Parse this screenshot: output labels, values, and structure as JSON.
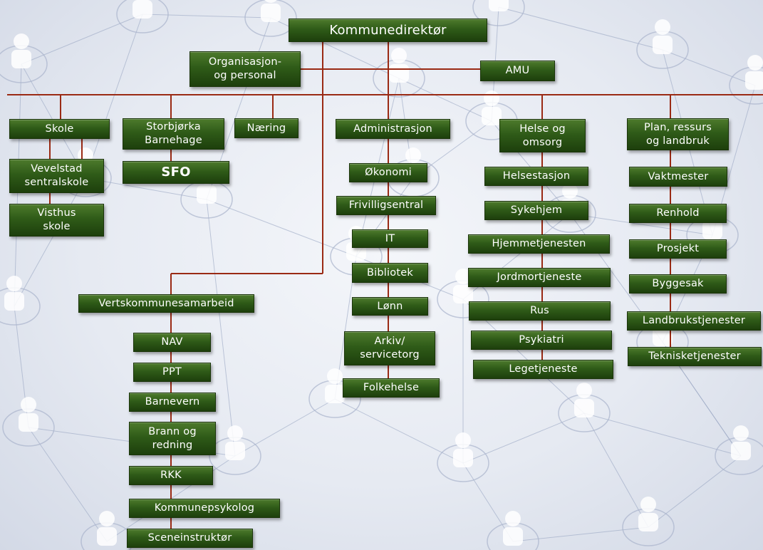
{
  "chart": {
    "top": "Kommunedirektør",
    "staff_left": "Organisasjon-\nog  personal",
    "staff_right": "AMU",
    "skole": "Skole",
    "vevelstad": "Vevelstad\nsentralskole",
    "visthus": "Visthus\nskole",
    "storbjorka": "Storbjørka\nBarnehage",
    "sfo": "SFO",
    "naering": "Næring",
    "admin": {
      "head": "Administrasjon",
      "items": [
        "Økonomi",
        "Frivilligsentral",
        "IT",
        "Bibliotek",
        "Lønn",
        "Arkiv/\nservicetorg",
        "Folkehelse"
      ]
    },
    "helse": {
      "head": "Helse og\nomsorg",
      "items": [
        "Helsestasjon",
        "Sykehjem",
        "Hjemmetjenesten",
        "Jordmortjeneste",
        "Rus",
        "Psykiatri",
        "Legetjeneste"
      ]
    },
    "plan": {
      "head": "Plan, ressurs\nog landbruk",
      "items": [
        "Vaktmester",
        "Renhold",
        "Prosjekt",
        "Byggesak",
        "Landbrukstjenester",
        "Teknisketjenester"
      ]
    },
    "verts": {
      "head": "Vertskommunesamarbeid",
      "items": [
        "NAV",
        "PPT",
        "Barnevern",
        "Brann og\nredning",
        "RKK",
        "Kommunepsykolog",
        "Sceneinstruktør"
      ]
    }
  }
}
